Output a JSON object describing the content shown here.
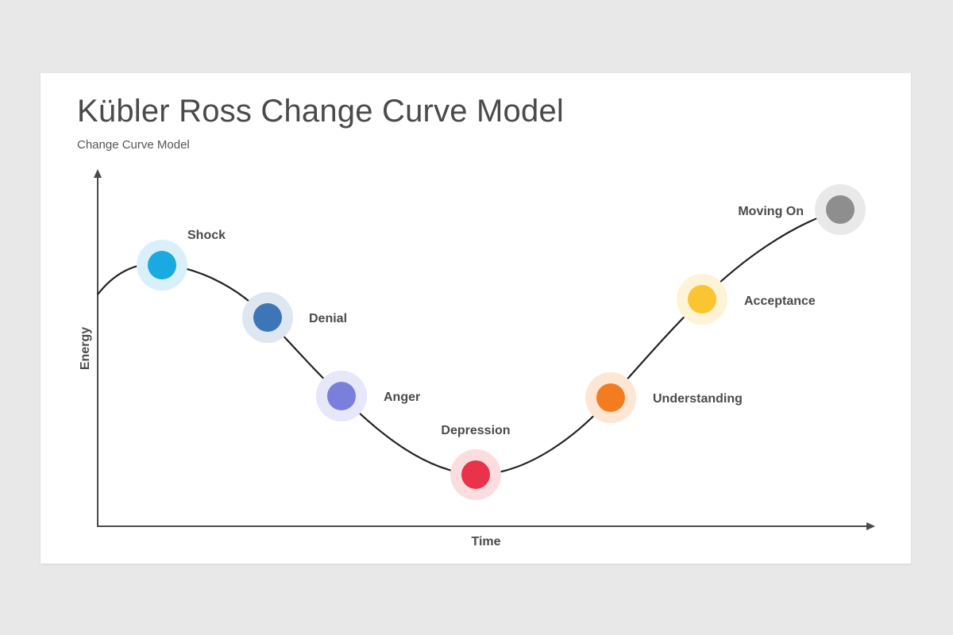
{
  "title": "Kübler Ross Change Curve Model",
  "subtitle": "Change Curve Model",
  "axes": {
    "x_label": "Time",
    "y_label": "Energy"
  },
  "stages": [
    {
      "name": "Shock",
      "color": "#1aa9e0",
      "halo": "#d9f0fa"
    },
    {
      "name": "Denial",
      "color": "#3d76b7",
      "halo": "#dde6f1"
    },
    {
      "name": "Anger",
      "color": "#7a7fdc",
      "halo": "#e6e7f8"
    },
    {
      "name": "Depression",
      "color": "#e8334a",
      "halo": "#fbdde0"
    },
    {
      "name": "Understanding",
      "color": "#f47c20",
      "halo": "#fde6d4"
    },
    {
      "name": "Acceptance",
      "color": "#fbc531",
      "halo": "#fef3d6"
    },
    {
      "name": "Moving On",
      "color": "#8e8e8e",
      "halo": "#e9e9e9"
    }
  ],
  "curve_color": "#222222",
  "axis_color": "#4a4a4a"
}
